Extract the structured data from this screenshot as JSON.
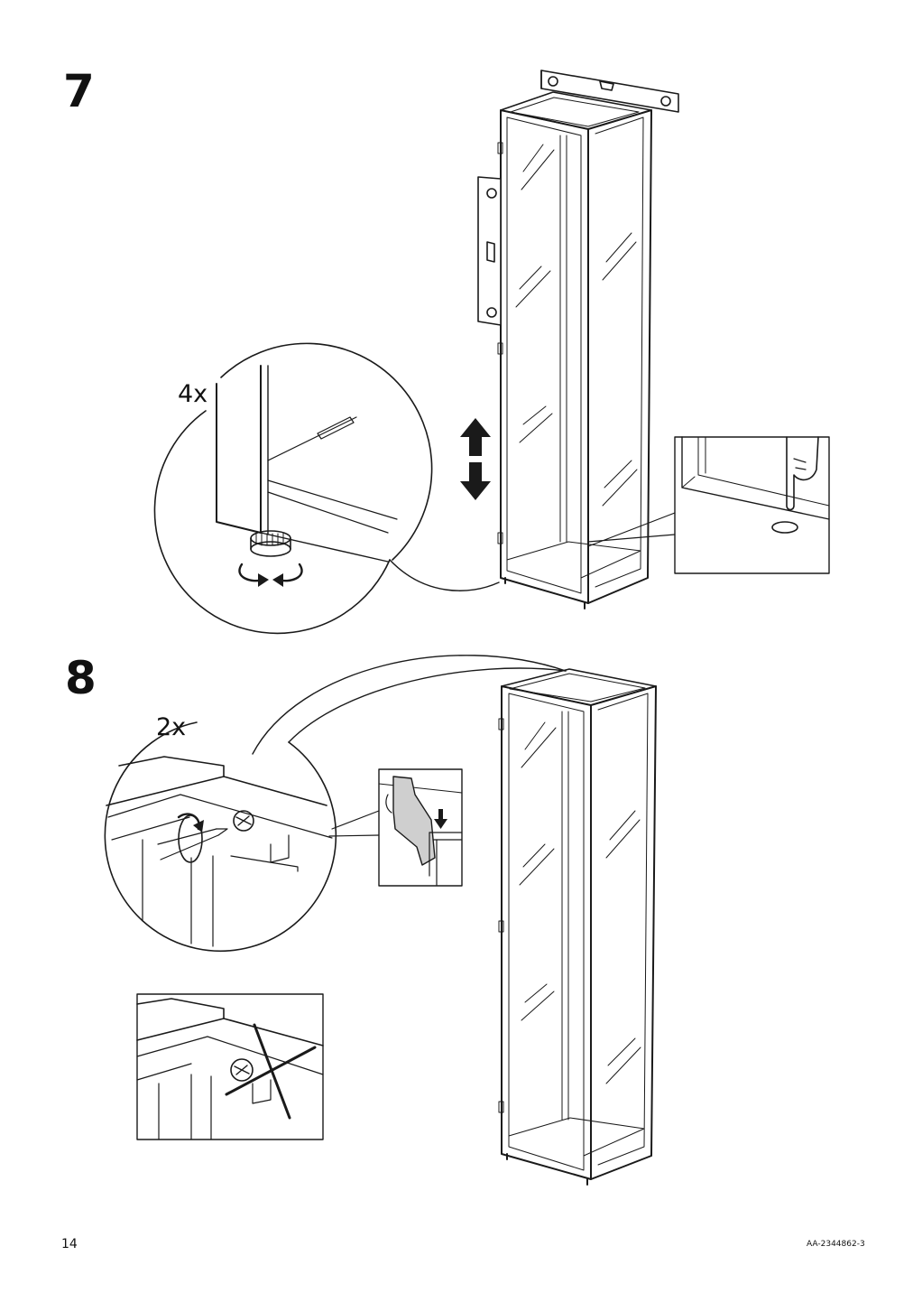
{
  "steps": [
    {
      "number": "7",
      "quantity": "4x"
    },
    {
      "number": "8",
      "quantity": "2x"
    }
  ],
  "footer": {
    "page_number": "14",
    "document_code": "AA-2344862-3"
  },
  "colors": {
    "line": "#1a1a1a",
    "tint": "#cfcfcf"
  },
  "icons": [
    "spirit-level-icon",
    "up-down-arrow-icon",
    "rotate-arrows-icon",
    "hand-press-icon",
    "screwdriver-icon",
    "down-arrow-icon",
    "cross-mark-icon"
  ]
}
